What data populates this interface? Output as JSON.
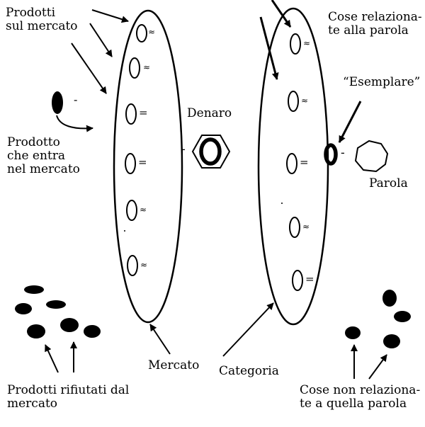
{
  "colors": {
    "ink": "#000000",
    "paper": "#ffffff"
  },
  "labels": {
    "prodotti_sul_mercato": "Prodotti\nsul mercato",
    "prodotto_che_entra": "Prodotto\nche entra\nnel mercato",
    "prodotti_rifiutati": "Prodotti rifiutati dal\nmercato",
    "denaro": "Denaro",
    "mercato": "Mercato",
    "categoria": "Categoria",
    "cose_relazionate": "Cose relaziona-\nte alla parola",
    "esemplare": "“Esemplare”",
    "parola": "Parola",
    "cose_non_relazionate": "Cose non relaziona-\nte a quella parola"
  },
  "glyphs": {
    "equals": "=",
    "approx": "≈",
    "dash": "-"
  }
}
